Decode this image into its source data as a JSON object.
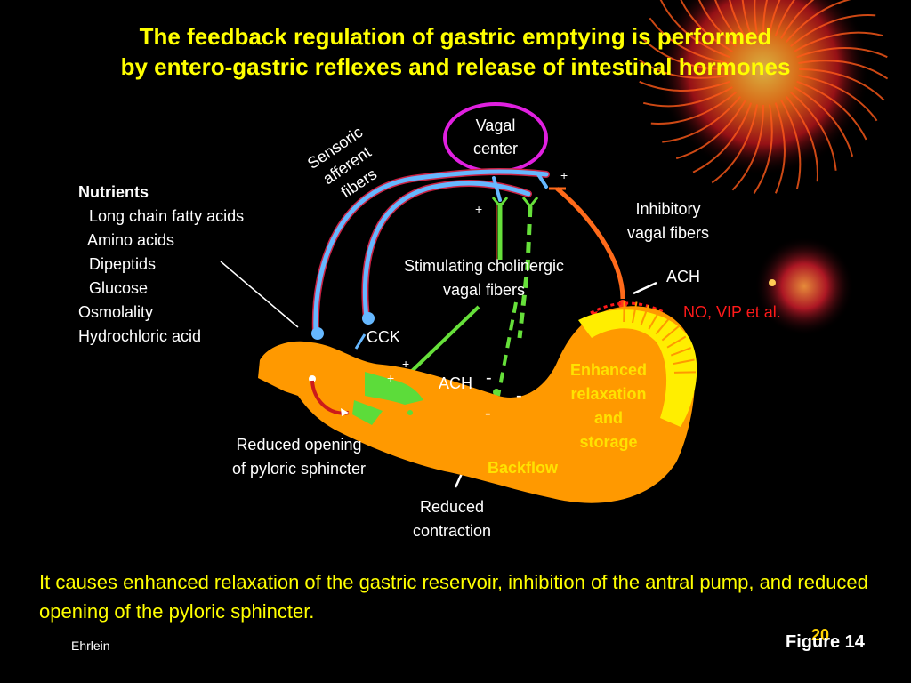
{
  "title": {
    "line1": "The feedback regulation of gastric emptying is performed",
    "line2": "by entero-gastric reflexes and release of  intestinal hormones"
  },
  "vagal_center": "Vagal\ncenter",
  "sensoric_afferent_fibers": "Sensoric\nafferent\nfibers",
  "nutrients": {
    "heading": "Nutrients",
    "items": [
      "Long chain fatty acids",
      "Amino acids",
      "Dipeptids",
      "Glucose"
    ],
    "other": [
      "Osmolality",
      "Hydrochloric acid"
    ]
  },
  "stimulating_fibers": "Stimulating cholinergic\nvagal fibers",
  "inhibitory_fibers": "Inhibitory\nvagal fibers",
  "ach_upper": "ACH",
  "no_vip": "NO, VIP et al.",
  "cck": "CCK",
  "ach_lower": "ACH",
  "enhanced": "Enhanced\nrelaxation\nand\nstorage",
  "backflow": "Backflow",
  "reduced_opening": "Reduced opening\nof pyloric sphincter",
  "reduced_contraction": "Reduced\ncontraction",
  "signs": {
    "plus": "+",
    "minus": "–",
    "dash": "-"
  },
  "caption": "It causes enhanced relaxation of the gastric reservoir, inhibition of the antral pump, and reduced opening of the pyloric sphincter.",
  "author": "Ehrlein",
  "figure": "Figure 14",
  "page_number": "20",
  "colors": {
    "title": "#ffff00",
    "stomach": "#ff9900",
    "fundus": "#ffee00",
    "afferent_blue": "#66b8ff",
    "afferent_red": "#cc2244",
    "stimulating_green": "#66e03a",
    "inhibitory_orange": "#ff6a1a",
    "circle": "#e020e0"
  }
}
